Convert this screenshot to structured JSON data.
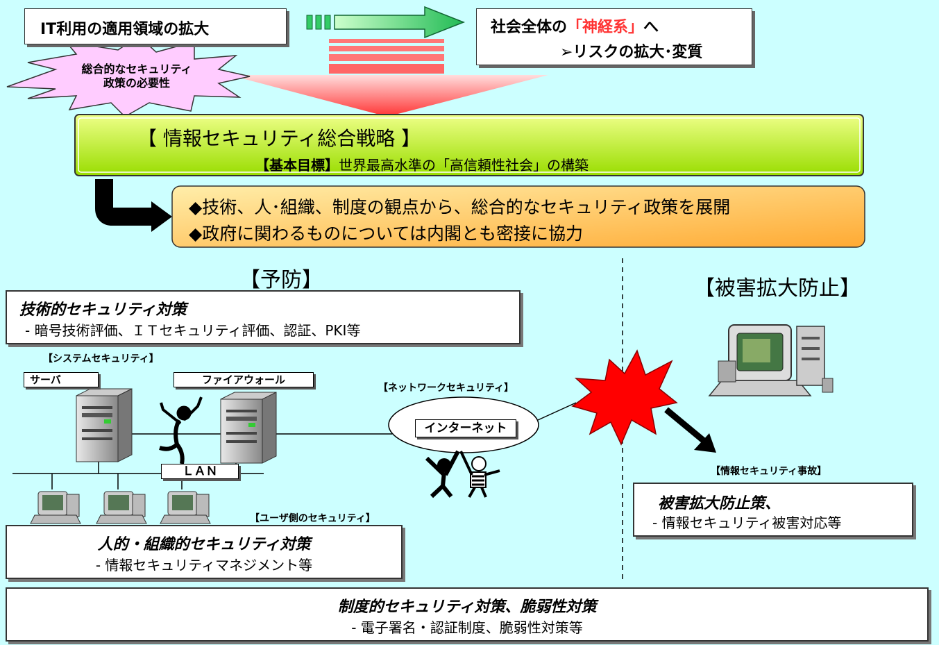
{
  "top_left_box": "IT利用の適用領域の拡大",
  "top_right_box": {
    "line1_prefix": "社会全体の",
    "line1_highlight": "「神経系」",
    "line1_suffix": "へ",
    "line2": "➢リスクの拡大･変質"
  },
  "starburst_label": {
    "line1": "総合的なセキュリティ",
    "line2": "政策の必要性"
  },
  "strategy_box": {
    "title": "【 情報セキュリティ総合戦略 】",
    "goal_label": "【基本目標】",
    "goal_text": "世界最高水準の「高信頼性社会」の構築"
  },
  "policy_box": {
    "line1": "◆技術、人･組織、制度の観点から、総合的なセキュリティ政策を展開",
    "line2": "◆政府に関わるものについては内閣とも密接に協力"
  },
  "section_prevention": "【予防】",
  "section_damage": "【被害拡大防止】",
  "tech_box": {
    "title": "技術的セキュリティ対策",
    "detail": "- 暗号技術評価、ＩＴセキュリティ評価、認証、PKI等"
  },
  "labels": {
    "system_security": "【システムセキュリティ】",
    "server": "サーバ",
    "firewall": "ファイアウォール",
    "network_security": "【ネットワークセキュリティ】",
    "internet": "インターネット",
    "lan": "ＬＡＮ",
    "user_security": "【ユーザ側のセキュリティ】",
    "incident": "【情報セキュリティ事故】"
  },
  "human_box": {
    "title": "人的・組織的セキュリティ対策",
    "detail": "- 情報セキュリティマネジメント等"
  },
  "damage_box": {
    "title": "被害拡大防止策、",
    "detail": "- 情報セキュリティ被害対応等"
  },
  "institution_box": {
    "title": "制度的セキュリティ対策、脆弱性対策",
    "detail": "- 電子署名・認証制度、脆弱性対策等"
  },
  "colors": {
    "background": "#ccffff",
    "highlight_red": "#ff3333",
    "strategy_green": "#ccff33",
    "policy_orange": "#ffcc66",
    "arrow_green": "#33cc66",
    "starburst_pink": "#ffccff",
    "explosion_red": "#ff0000"
  }
}
